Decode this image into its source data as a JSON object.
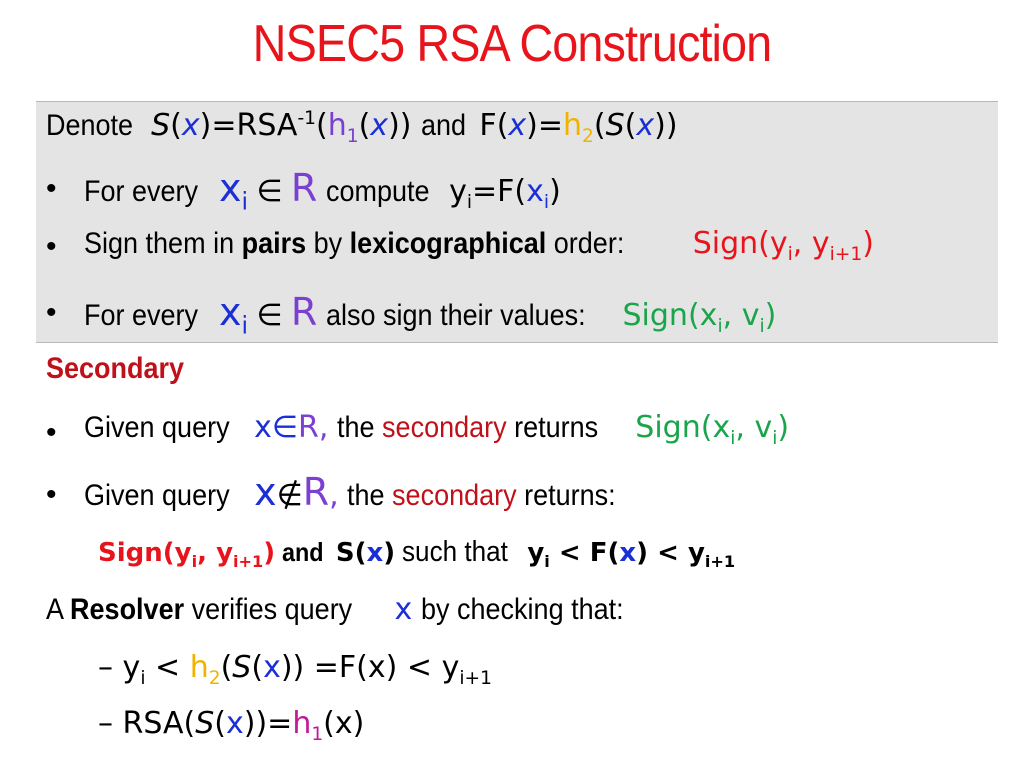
{
  "slide": {
    "title": "NSEC5 RSA Construction"
  },
  "box": {
    "denote_word": "Denote",
    "s": "S",
    "x": "x",
    "rsa": "=RSA",
    "inv": "-1",
    "h": "h",
    "one": "1",
    "two": "2",
    "and": "and",
    "f": "F",
    "b1_for_every": "For every",
    "i": "i",
    "in": "∈",
    "R": "R",
    "compute": "compute",
    "y": "y",
    "eqF": "=F(",
    "b2_sign_them": "Sign them in",
    "pairs": "pairs",
    "by": "by",
    "lexico": "lexicographical",
    "order": "order:",
    "sign": "Sign",
    "i1": "i+1",
    "b3_also": "also sign their values:",
    "v": "v"
  },
  "secondary": {
    "heading": "Secondary",
    "given": "Given query",
    "in": "∈",
    "notin": "∉",
    "the": "the",
    "secondary_word": "secondary",
    "returns": "returns",
    "returns_colon": "returns:",
    "and": "and",
    "such": "such that",
    "lt": "<"
  },
  "resolver": {
    "a": "A",
    "resolver_word": "Resolver",
    "verifies": "verifies query",
    "checking": "by checking that:",
    "dash": "–",
    "eqFx": "=F(x)",
    "rsa": "RSA(",
    "eq": "=",
    "paren_x": "(x)"
  }
}
